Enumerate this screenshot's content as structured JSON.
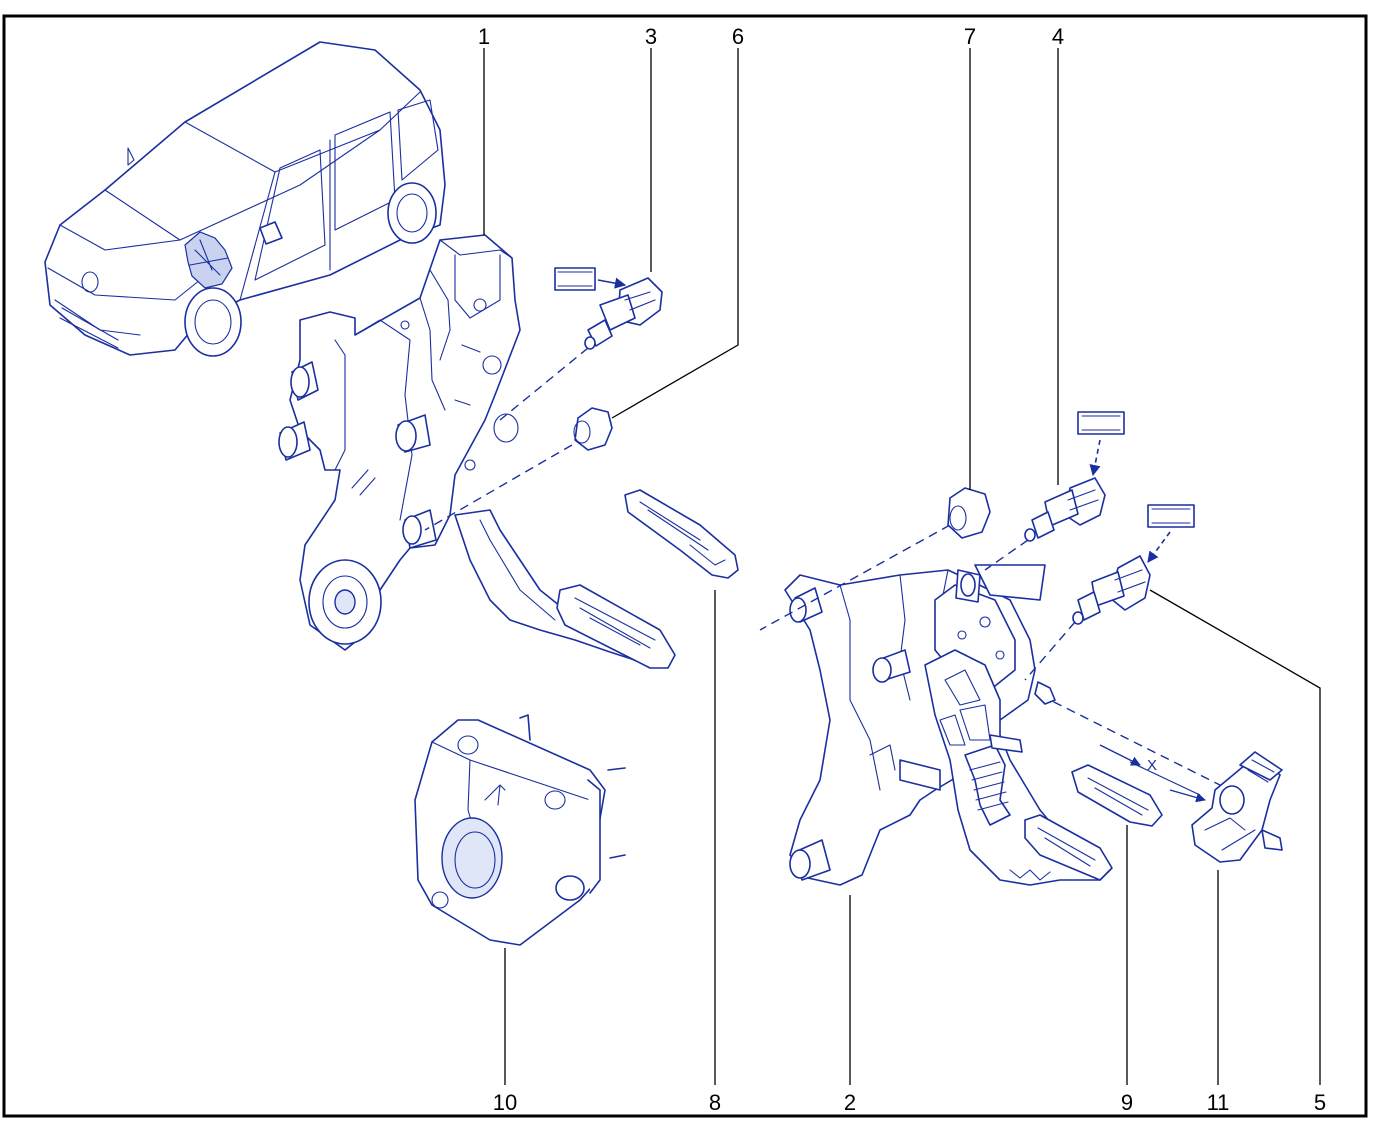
{
  "diagram": {
    "callouts": {
      "c1": "1",
      "c2": "2",
      "c3": "3",
      "c4": "4",
      "c5": "5",
      "c6": "6",
      "c7": "7",
      "c8": "8",
      "c9": "9",
      "c10": "10",
      "c11": "11"
    },
    "dimension_label": "X",
    "colors": {
      "line": "#1a2fa0",
      "shade": "#dfe6f7",
      "leader": "#000000",
      "border": "#000000"
    }
  }
}
